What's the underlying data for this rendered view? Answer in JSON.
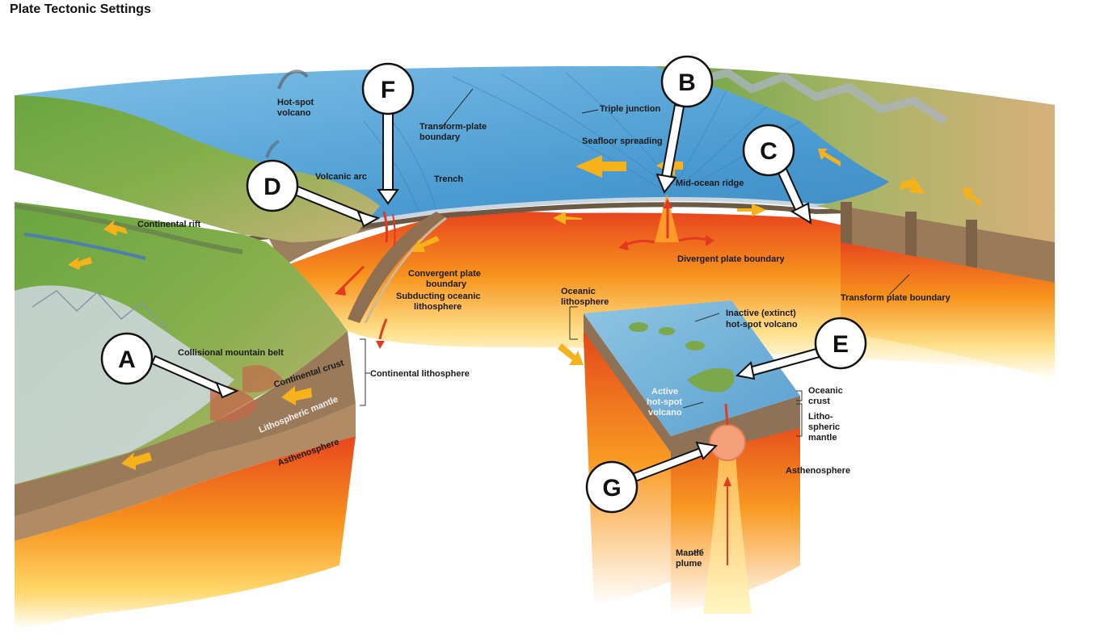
{
  "page": {
    "title": "Plate Tectonic Settings"
  },
  "markers": [
    "F",
    "B",
    "C",
    "D",
    "A",
    "E",
    "G"
  ],
  "labels": {
    "hotspot_volcano": [
      "Hot-spot",
      "volcano"
    ],
    "transform_plate_boundary_top": [
      "Transform-plate",
      "boundary"
    ],
    "triple_junction": "Triple junction",
    "seafloor_spreading": "Seafloor spreading",
    "mid_ocean_ridge": "Mid-ocean ridge",
    "volcanic_arc": "Volcanic arc",
    "trench": "Trench",
    "continental_rift": "Continental rift",
    "convergent_plate_boundary": [
      "Convergent plate",
      "boundary"
    ],
    "subducting_oceanic_lithosphere": [
      "Subducting oceanic",
      "lithosphere"
    ],
    "divergent_plate_boundary": "Divergent plate boundary",
    "transform_plate_boundary_right": "Transform plate boundary",
    "oceanic_lithosphere": [
      "Oceanic",
      "lithosphere"
    ],
    "inactive_hotspot_volcano": [
      "Inactive (extinct)",
      "hot-spot volcano"
    ],
    "collisional_mountain_belt": "Collisional mountain belt",
    "continental_crust": "Continental crust",
    "continental_lithosphere": "Continental lithosphere",
    "lithospheric_mantle": "Lithospheric mantle",
    "asthenosphere_left": "Asthenosphere",
    "active_hotspot_volcano": [
      "Active",
      "hot-spot",
      "volcano"
    ],
    "oceanic_crust": [
      "Oceanic",
      "crust"
    ],
    "lithospheric_mantle_right": [
      "Litho-",
      "spheric",
      "mantle"
    ],
    "asthenosphere_right": "Asthenosphere",
    "mantle_plume": [
      "Mantle",
      "plume"
    ]
  },
  "colors": {
    "ocean": "#5aa8d8",
    "ocean_dark": "#3f8cc4",
    "land_green": "#5f9a3a",
    "mountain": "#b9a37c",
    "crust": "#8a7256",
    "mantle_red": "#e8461e",
    "mantle_orange": "#f7941d",
    "mantle_yellow": "#ffd24d",
    "arrow": "#f6b21a",
    "red_arrow": "#e23a20"
  }
}
